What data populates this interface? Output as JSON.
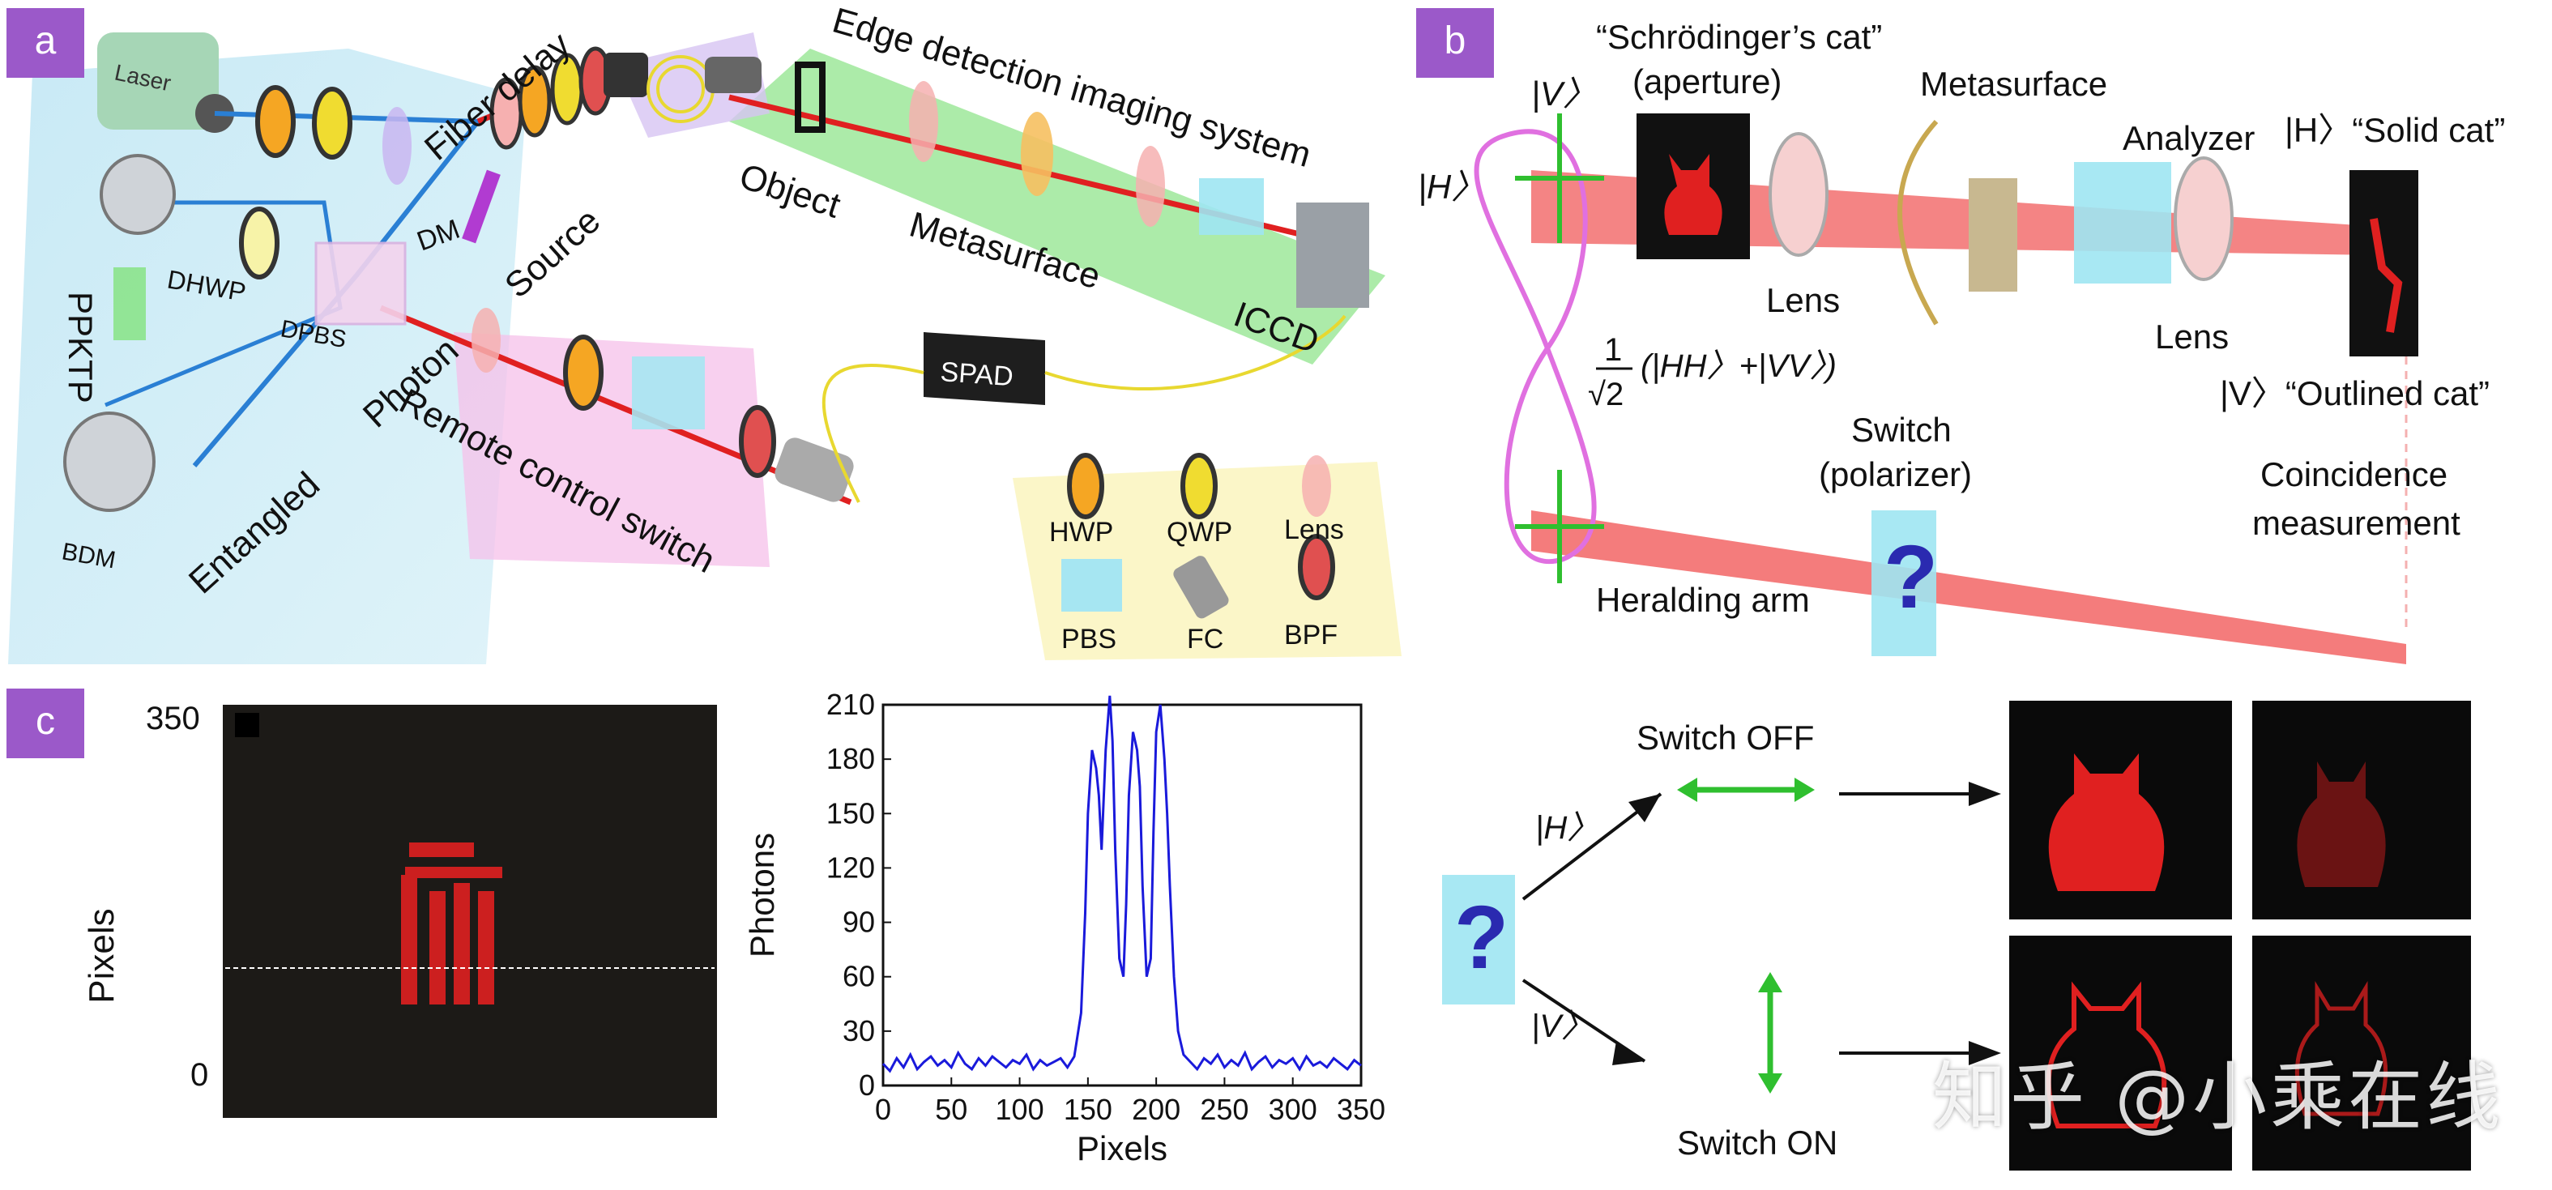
{
  "panel_a": {
    "badge": "a",
    "labels": {
      "laser": "Laser",
      "fiber_delay": "Fiber delay",
      "edge_detection": "Edge detection imaging system",
      "object": "Object",
      "metasurface": "Metasurface",
      "dm": "DM",
      "source": "Source",
      "dhwp": "DHWP",
      "ppktp": "PPKTP",
      "dpbs": "DPBS",
      "photon": "Photon",
      "entangled": "Entangled",
      "bdm": "BDM",
      "remote_switch": "Remote control switch",
      "spad": "SPAD",
      "iccd": "ICCD"
    },
    "legend": [
      "HWP",
      "QWP",
      "Lens",
      "PBS",
      "FC",
      "BPF"
    ]
  },
  "panel_b": {
    "badge": "b",
    "labels": {
      "schrodinger": "“Schrödinger’s cat”",
      "aperture": "(aperture)",
      "ket_v": "|V〉",
      "ket_h": "|H〉",
      "lens1": "Lens",
      "metasurface": "Metasurface",
      "analyzer": "Analyzer",
      "lens2": "Lens",
      "solid_cat": "|H〉“Solid cat”",
      "outlined_cat": "|V〉“Outlined cat”",
      "state_prefix": "1",
      "state_root": "√2",
      "state_expr": "(|HH〉+|VV〉)",
      "switch": "Switch",
      "polarizer": "(polarizer)",
      "coincidence": "Coincidence",
      "measurement": "measurement",
      "heralding": "Heralding arm"
    }
  },
  "panel_c": {
    "badge": "c",
    "image_axis": {
      "ylabel": "Pixels",
      "y_top": "350",
      "y_bottom": "0"
    },
    "switch_diagram": {
      "switch_off": "Switch OFF",
      "switch_on": "Switch ON",
      "ket_h": "|H〉",
      "ket_v": "|V〉"
    }
  },
  "chart_data": {
    "type": "line",
    "xlabel": "Pixels",
    "ylabel": "Photons",
    "xlim": [
      0,
      350
    ],
    "ylim": [
      0,
      210
    ],
    "xticks": [
      0,
      50,
      100,
      150,
      200,
      250,
      300,
      350
    ],
    "yticks": [
      0,
      30,
      60,
      90,
      120,
      150,
      180,
      210
    ],
    "series": [
      {
        "color": "#1a1adb",
        "x": [
          0,
          5,
          10,
          15,
          20,
          25,
          30,
          35,
          40,
          45,
          50,
          55,
          60,
          65,
          70,
          75,
          80,
          85,
          90,
          95,
          100,
          105,
          110,
          115,
          120,
          125,
          130,
          135,
          140,
          145,
          148,
          150,
          153,
          156,
          158,
          160,
          163,
          166,
          168,
          170,
          173,
          176,
          178,
          180,
          183,
          186,
          188,
          190,
          193,
          196,
          198,
          200,
          203,
          206,
          208,
          210,
          213,
          216,
          220,
          225,
          230,
          235,
          240,
          245,
          250,
          255,
          260,
          265,
          270,
          275,
          280,
          285,
          290,
          295,
          300,
          305,
          310,
          315,
          320,
          325,
          330,
          335,
          340,
          345,
          350
        ],
        "values": [
          12,
          8,
          15,
          10,
          17,
          9,
          13,
          16,
          11,
          14,
          10,
          18,
          12,
          9,
          15,
          11,
          16,
          13,
          10,
          14,
          12,
          17,
          9,
          14,
          11,
          13,
          15,
          10,
          16,
          40,
          95,
          150,
          185,
          175,
          160,
          130,
          185,
          215,
          190,
          130,
          70,
          60,
          100,
          160,
          195,
          185,
          165,
          110,
          60,
          70,
          140,
          195,
          210,
          180,
          150,
          110,
          60,
          30,
          17,
          13,
          9,
          15,
          12,
          17,
          10,
          14,
          11,
          18,
          9,
          13,
          16,
          10,
          14,
          12,
          15,
          9,
          16,
          11,
          13,
          10,
          15,
          12,
          9,
          14,
          11
        ]
      }
    ]
  },
  "watermark": "知乎 @小乘在线",
  "colors": {
    "badge": "#9b59c9",
    "beam_red": "#e02020",
    "beam_blue": "#2a7fd4",
    "green_field": "#8fe08f",
    "pink_field": "#f4b6e8",
    "yellow_field": "#fbf4c4",
    "curve_blue": "#1a1adb"
  }
}
